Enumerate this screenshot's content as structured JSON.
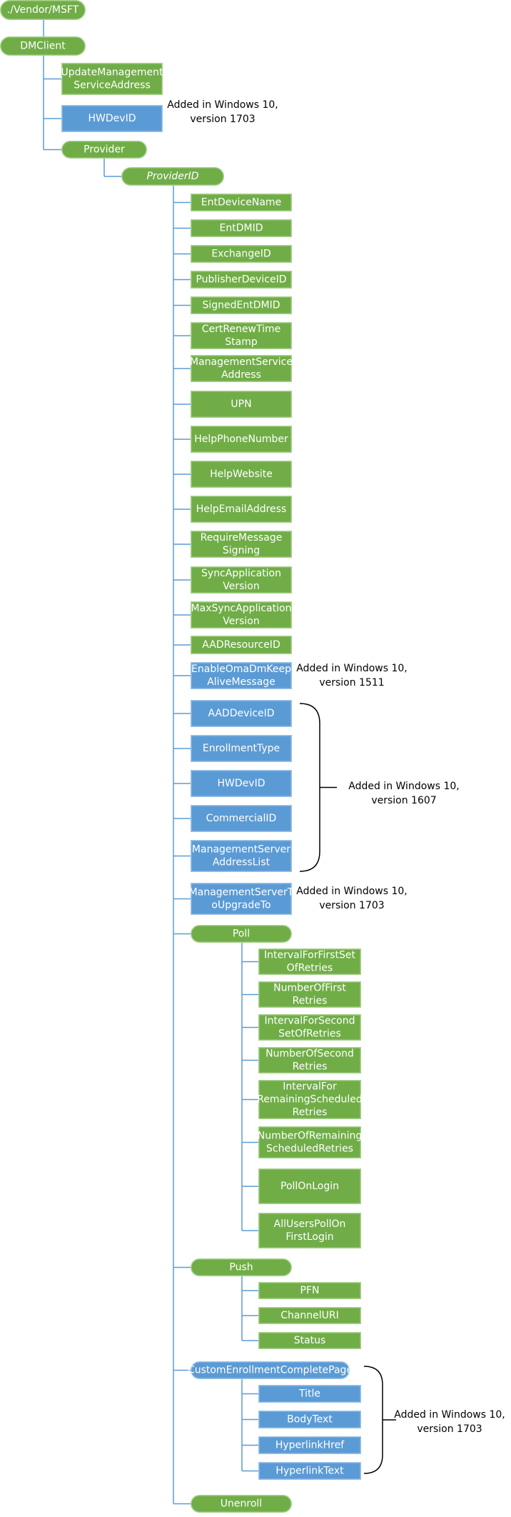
{
  "colors": {
    "green": "#70ad47",
    "green_border": "#a9d18e",
    "blue": "#5b9bd5",
    "blue_border": "#9dc3e6",
    "line": "#5b9bd5",
    "text": "#ffffff",
    "note": "#000000"
  },
  "nodes": {
    "root": "./Vendor/MSFT",
    "dmclient": "DMClient",
    "updatemgmt": [
      "UpdateManagement",
      "ServiceAddress"
    ],
    "hwdevid_top": "HWDevID",
    "provider": "Provider",
    "providerid": "ProviderID",
    "entdevicename": "EntDeviceName",
    "entdmid": "EntDMID",
    "exchangeid": "ExchangeID",
    "publisherdeviceid": "PublisherDeviceID",
    "signedentdmid": "SignedEntDMID",
    "certrenew": [
      "CertRenewTime",
      "Stamp"
    ],
    "mgmtservice": [
      "ManagementService",
      "Address"
    ],
    "upn": "UPN",
    "helpphone": "HelpPhoneNumber",
    "helpwebsite": "HelpWebsite",
    "helpemail": "HelpEmailAddress",
    "requiremsg": [
      "RequireMessage",
      "Signing"
    ],
    "syncapp": [
      "SyncApplication",
      "Version"
    ],
    "maxsync": [
      "MaxSyncApplication",
      "Version"
    ],
    "aadresource": "AADResourceID",
    "enableoma": [
      "EnableOmaDmKeep",
      "AliveMessage"
    ],
    "aaddevice": "AADDeviceID",
    "enrollmenttype": "EnrollmentType",
    "hwdevid_mid": "HWDevID",
    "commercialid": "CommercialID",
    "mgmtserverlist": [
      "ManagementServer",
      "AddressList"
    ],
    "mgmtupgrade": [
      "ManagementServerT",
      "oUpgradeTo"
    ],
    "poll": "Poll",
    "interval1": [
      "IntervalForFirstSet",
      "OfRetries"
    ],
    "numfirst": [
      "NumberOfFirst",
      "Retries"
    ],
    "interval2": [
      "IntervalForSecond",
      "SetOfRetries"
    ],
    "numsecond": [
      "NumberOfSecond",
      "Retries"
    ],
    "intervalrem": [
      "IntervalFor",
      "RemainingScheduled",
      "Retries"
    ],
    "numrem": [
      "NumberOfRemaining",
      "ScheduledRetries"
    ],
    "pollonlogin": "PollOnLogin",
    "alluserspoll": [
      "AllUsersPollOn",
      "FirstLogin"
    ],
    "push": "Push",
    "pfn": "PFN",
    "channeluri": "ChannelURI",
    "status": "Status",
    "customenroll": "CustomEnrollmentCompletePage",
    "title": "Title",
    "bodytext": "BodyText",
    "hyperlinkhref": "HyperlinkHref",
    "hyperlinktext": "HyperlinkText",
    "unenroll": "Unenroll"
  },
  "notes": {
    "n1703a": [
      "Added in Windows 10,",
      "version 1703"
    ],
    "n1511": [
      "Added in Windows 10,",
      "version 1511"
    ],
    "n1607": [
      "Added in Windows 10,",
      "version 1607"
    ],
    "n1703b": [
      "Added in Windows 10,",
      "version 1703"
    ],
    "n1703c": [
      "Added in Windows 10,",
      "version 1703"
    ]
  }
}
